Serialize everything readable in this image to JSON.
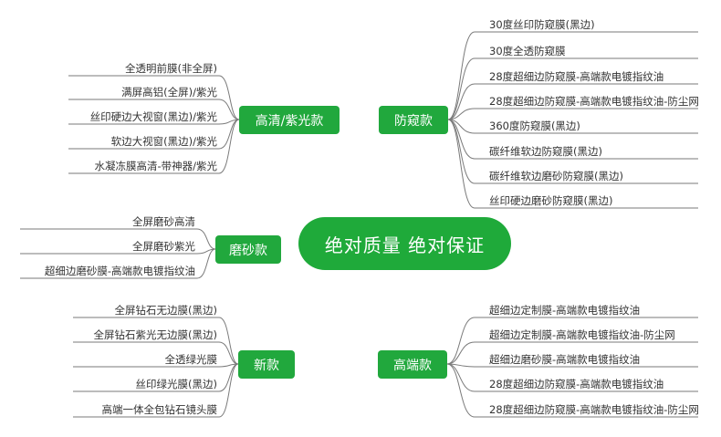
{
  "center": {
    "label": "绝对质量  绝对保证"
  },
  "colors": {
    "node": "#21a83d",
    "center": "#1faa3a",
    "link": "#7a7a7a",
    "text": "#333333"
  },
  "branches": {
    "hd_uv": {
      "label": "高清/紫光款",
      "leaves": [
        "全透明前膜(非全屏)",
        "满屏高铝(全屏)/紫光",
        "丝印硬边大视窗(黑边)/紫光",
        "软边大视窗(黑边)/紫光",
        "水凝冻膜高清-带神器/紫光"
      ]
    },
    "privacy": {
      "label": "防窥款",
      "leaves": [
        "30度丝印防窥膜(黑边)",
        "30度全透防窥膜",
        "28度超细边防窥膜-高端款电镀指纹油",
        "28度超细边防窥膜-高端款电镀指纹油-防尘网",
        "360度防窥膜(黑边)",
        "碳纤维软边防窥膜(黑边)",
        "碳纤维软边磨砂防窥膜(黑边)",
        "丝印硬边磨砂防窥膜(黑边)"
      ]
    },
    "matte": {
      "label": "磨砂款",
      "leaves": [
        "全屏磨砂高清",
        "全屏磨砂紫光",
        "超细边磨砂膜-高端款电镀指纹油"
      ]
    },
    "new": {
      "label": "新款",
      "leaves": [
        "全屏钻石无边膜(黑边)",
        "全屏钻石紫光无边膜(黑边)",
        "全透绿光膜",
        "丝印绿光膜(黑边)",
        "高端一体全包钻石镜头膜"
      ]
    },
    "premium": {
      "label": "高端款",
      "leaves": [
        "超细边定制膜-高端款电镀指纹油",
        "超细边定制膜-高端款电镀指纹油-防尘网",
        "超细边磨砂膜-高端款电镀指纹油",
        "28度超细边防窥膜-高端款电镀指纹油",
        "28度超细边防窥膜-高端款电镀指纹油-防尘网"
      ]
    }
  }
}
